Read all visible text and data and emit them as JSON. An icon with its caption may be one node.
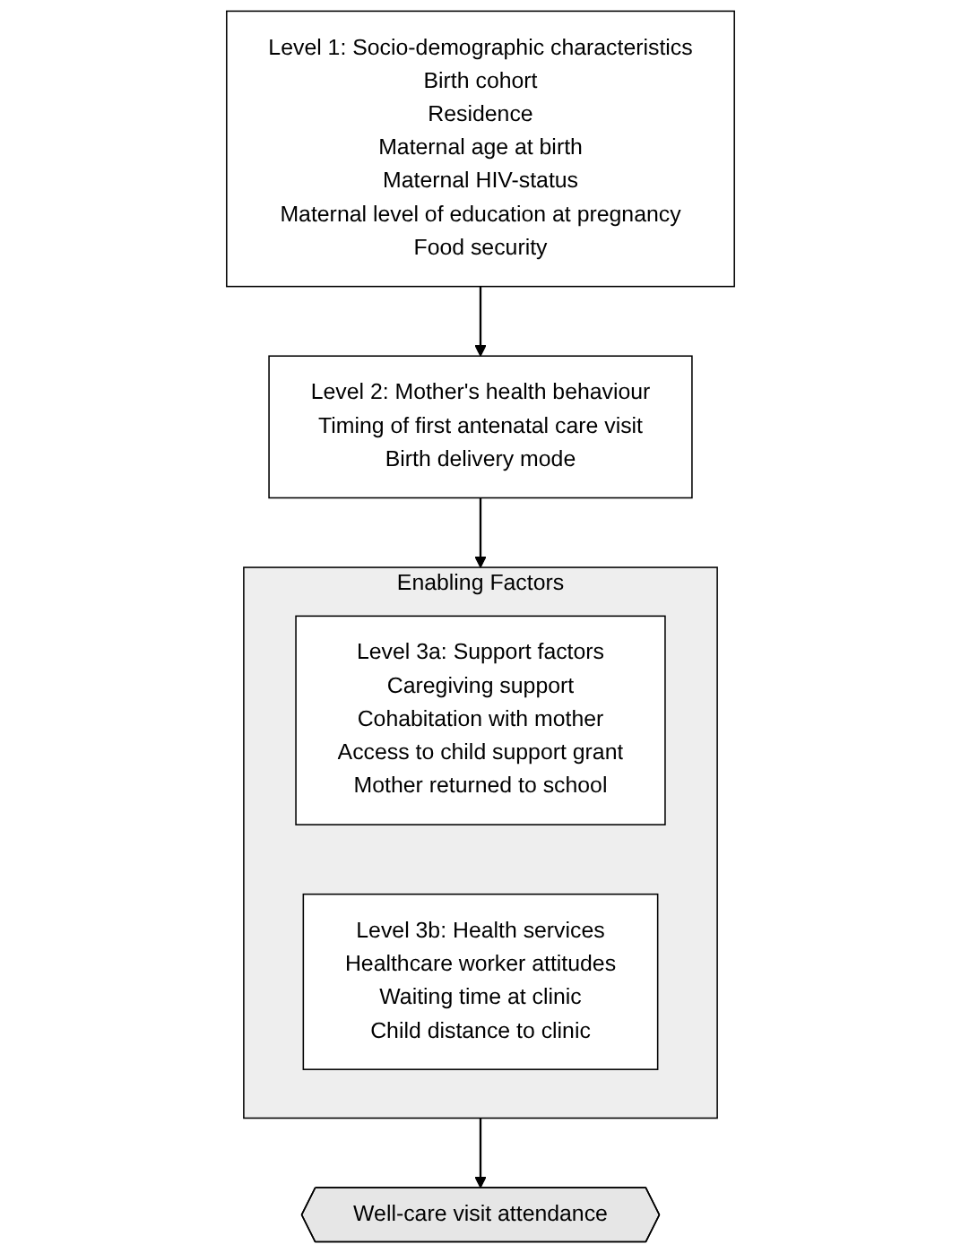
{
  "diagram": {
    "nodes": [
      {
        "text": [
          "Level 1: Socio-demographic characteristics",
          "Birth cohort",
          "Residence",
          "Maternal age at birth",
          "Maternal HIV-status",
          "Maternal level of education at pregnancy",
          "Food security"
        ]
      },
      {
        "text": [
          "Level 2: Mother's health behaviour",
          "Timing of first antenatal care visit",
          "Birth delivery mode"
        ]
      },
      {
        "text": [
          "Enabling Factors"
        ]
      },
      {
        "text": [
          "Level 3a: Support factors",
          "Caregiving support",
          "Cohabitation with mother",
          "Access to child support grant",
          "Mother returned to school"
        ],
        "in": 2
      },
      {
        "text": [
          "Level 3b: Health services",
          "Healthcare worker attitudes",
          "Waiting time at clinic",
          "Child distance to clinic"
        ],
        "in": 2
      },
      {
        "text": [
          "Well-care visit attendance"
        ]
      }
    ],
    "edges": [
      {
        "from": 0,
        "to": 1,
        "arrow": "to"
      },
      {
        "from": 1,
        "to": 2,
        "arrow": "to"
      },
      {
        "from": 2,
        "to": 5,
        "arrow": "to"
      }
    ]
  }
}
